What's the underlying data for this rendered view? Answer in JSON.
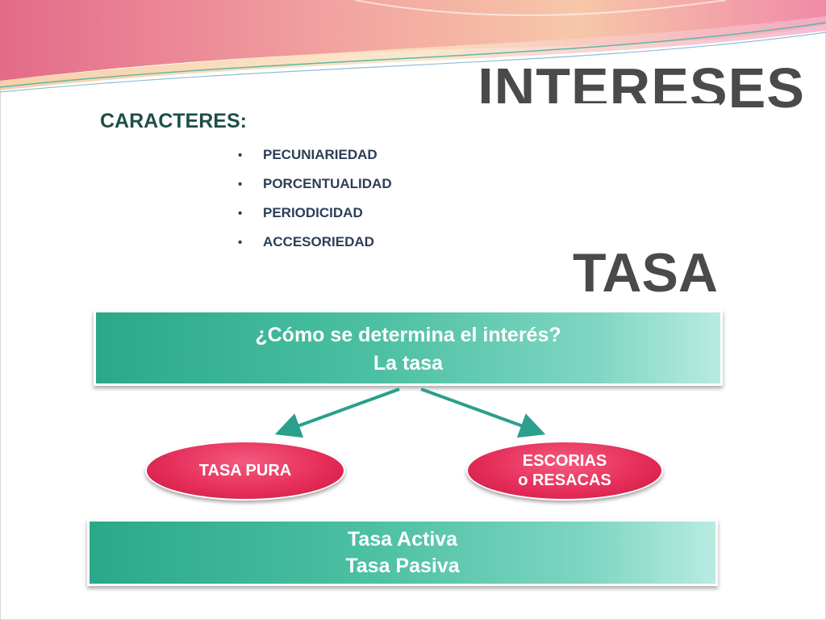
{
  "slide": {
    "title": "INTERESES",
    "characters": {
      "label": "CARACTERES:",
      "items": [
        "PECUNIARIEDAD",
        "PORCENTUALIDAD",
        "PERIODICIDAD",
        "ACCESORIEDAD"
      ],
      "bullet": "•"
    },
    "subtitle": "TASA",
    "question": {
      "line1": "¿Cómo se determina el interés?",
      "line2": "La tasa"
    },
    "ovals": {
      "left": "TASA PURA",
      "right_line1": "ESCORIAS",
      "right_line2": "o RESACAS"
    },
    "bottom": {
      "line1": "Tasa Activa",
      "line2": "Tasa Pasiva"
    },
    "colors": {
      "teal_accent": "#2aa88a",
      "oval_red": "#e62f5a",
      "title_gray": "#4a4a4a",
      "arrow_teal": "#2a9f8c"
    }
  }
}
